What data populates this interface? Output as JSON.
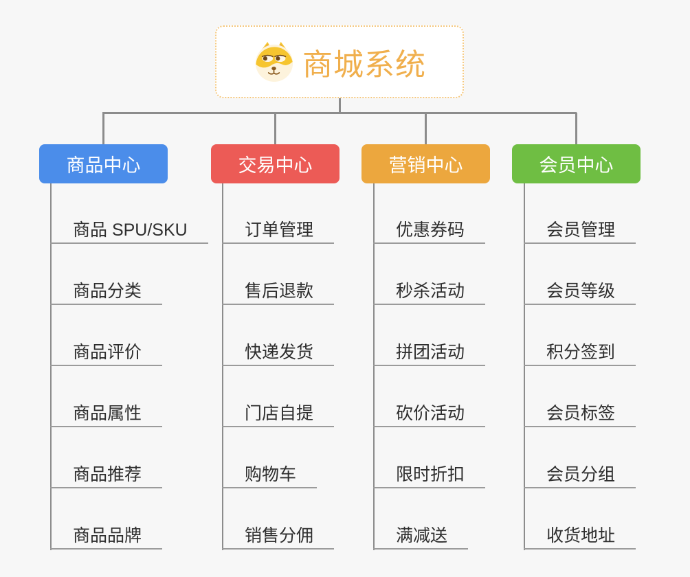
{
  "canvas": {
    "background": "#F7F7F7"
  },
  "root": {
    "title": "商城系统",
    "icon": "doge-icon",
    "text_color": "#F0AF4D",
    "border_color": "#F5C87E",
    "background": "#FFFFFF"
  },
  "connectors": {
    "color": "#8C8C8C",
    "underline_color": "#9B9B9B"
  },
  "branches": [
    {
      "label": "商品中心",
      "color": "#4B8DEA",
      "items": [
        "商品 SPU/SKU",
        "商品分类",
        "商品评价",
        "商品属性",
        "商品推荐",
        "商品品牌"
      ]
    },
    {
      "label": "交易中心",
      "color": "#EC5B56",
      "items": [
        "订单管理",
        "售后退款",
        "快递发货",
        "门店自提",
        "购物车",
        "销售分佣"
      ]
    },
    {
      "label": "营销中心",
      "color": "#ECA73E",
      "items": [
        "优惠券码",
        "秒杀活动",
        "拼团活动",
        "砍价活动",
        "限时折扣",
        "满减送"
      ]
    },
    {
      "label": "会员中心",
      "color": "#6FBE43",
      "items": [
        "会员管理",
        "会员等级",
        "积分签到",
        "会员标签",
        "会员分组",
        "收货地址"
      ]
    }
  ]
}
